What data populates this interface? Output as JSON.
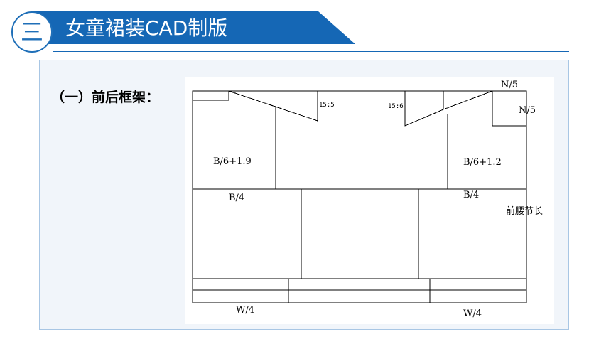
{
  "header": {
    "section_number": "三",
    "title": "女童裙装CAD制版",
    "accent_color": "#1567b5"
  },
  "content": {
    "heading": "（一）前后框架："
  },
  "draft": {
    "labels": {
      "neck_top": "N/5",
      "neck_side": "N/5",
      "ratio_back": "15:5",
      "ratio_front": "15:6",
      "armhole_back": "B/6+1.9",
      "armhole_front": "B/6+1.2",
      "bust_back": "B/4",
      "bust_front": "B/4",
      "front_waist_length": "前腰节长",
      "waist_back": "W/4",
      "waist_front": "W/4"
    }
  }
}
